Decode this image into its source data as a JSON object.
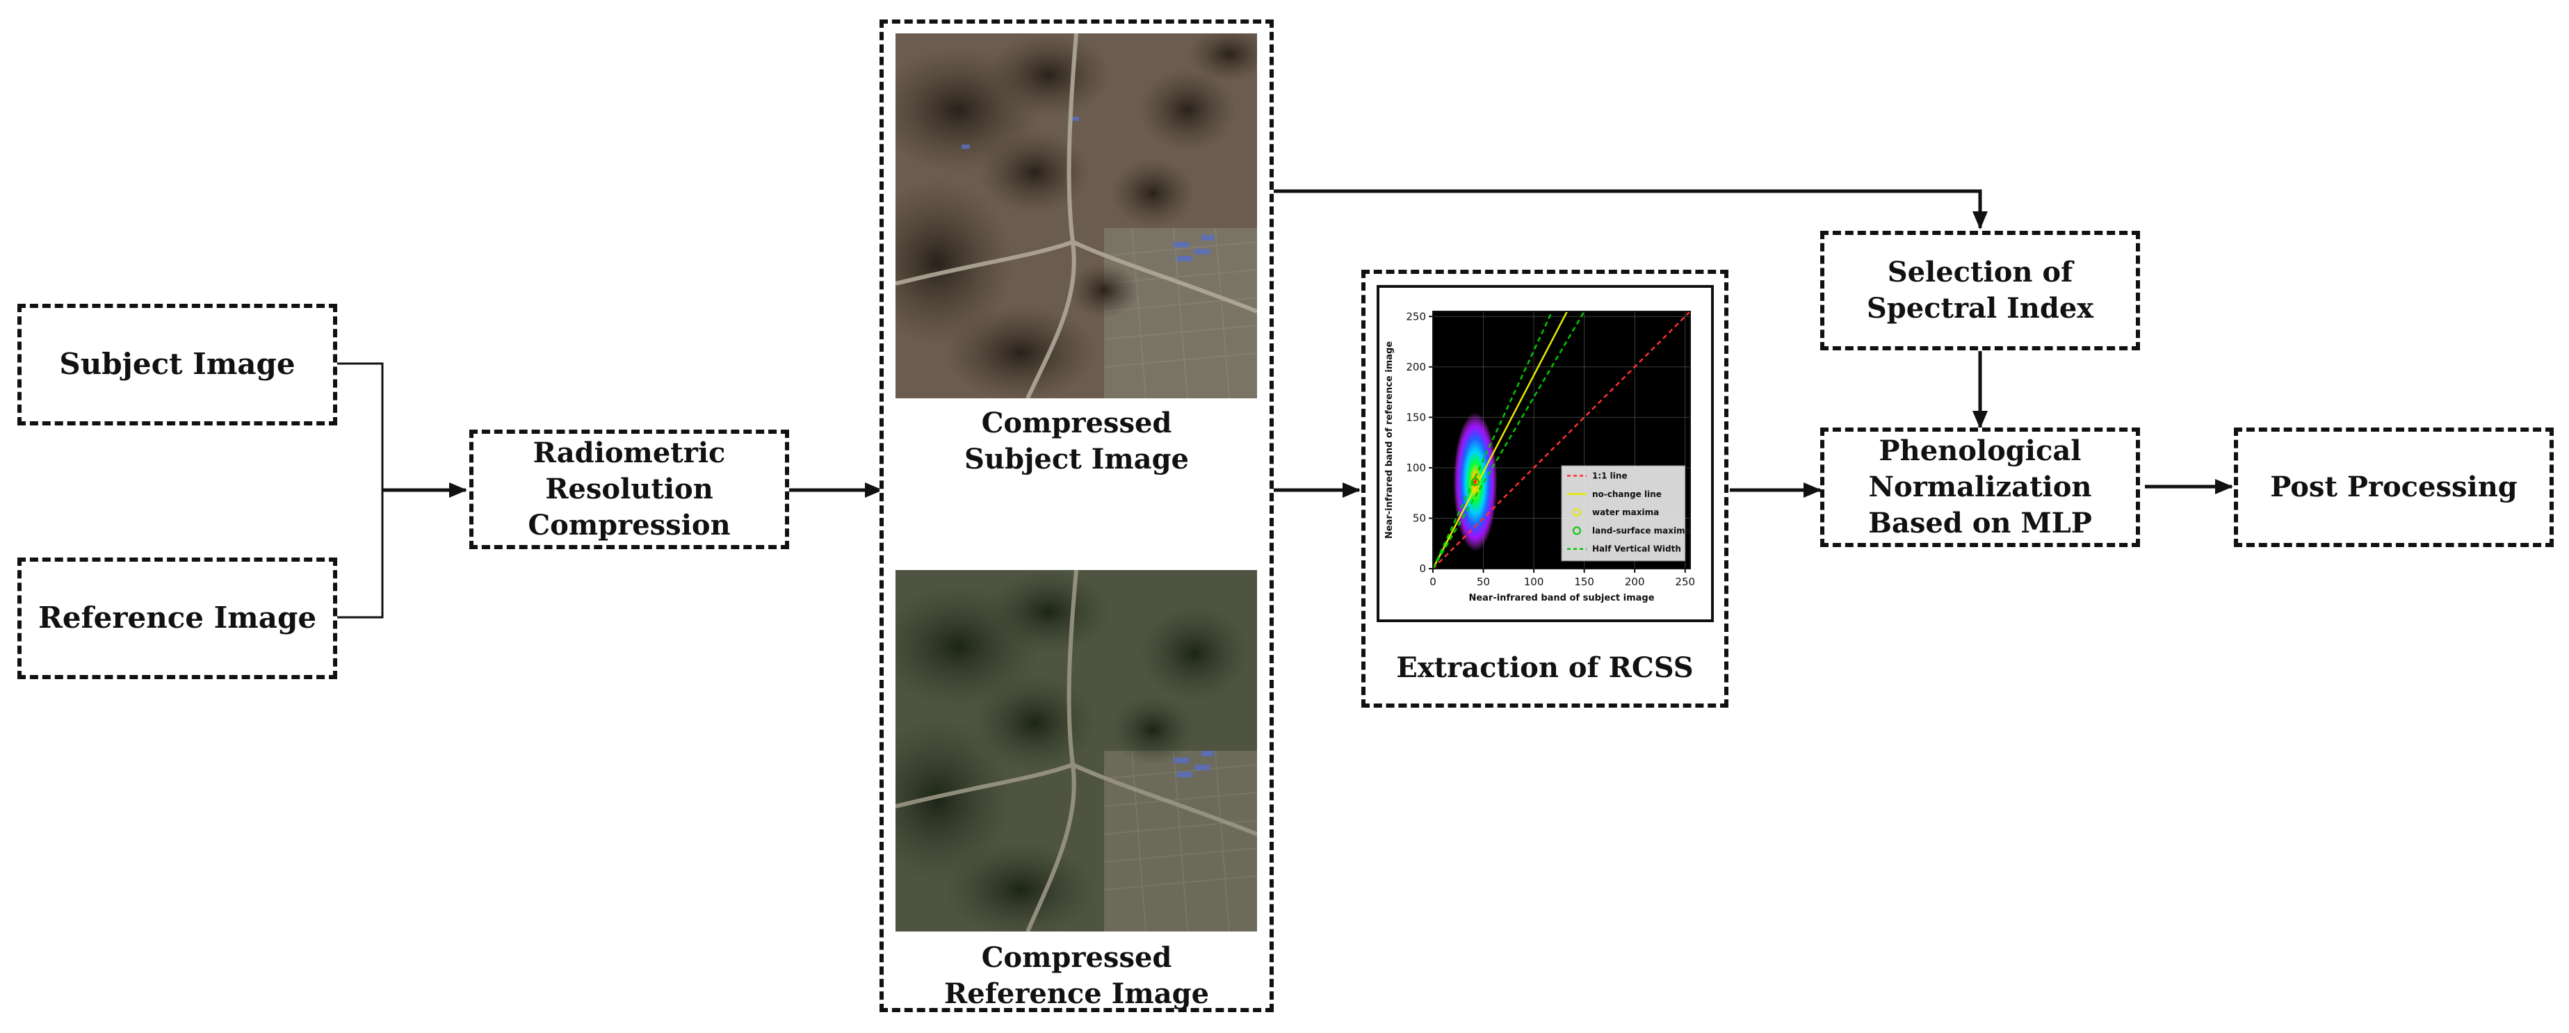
{
  "boxes": {
    "subject_image": "Subject Image",
    "reference_image": "Reference Image",
    "radiometric": "Radiometric\nResolution\nCompression",
    "compressed_subject": "Compressed\nSubject Image",
    "compressed_reference": "Compressed\nReference Image",
    "extraction": "Extraction of RCSS",
    "selection": "Selection of\nSpectral Index",
    "phenological": "Phenological\nNormalization\nBased on MLP",
    "post_processing": "Post Processing"
  },
  "chart_data": {
    "type": "scatter",
    "xlabel": "Near-infrared band of subject image",
    "ylabel": "Near-infrared band of reference image",
    "xlim": [
      0,
      255
    ],
    "ylim": [
      0,
      255
    ],
    "xticks": [
      0,
      50,
      100,
      150,
      200,
      250
    ],
    "yticks": [
      0,
      50,
      100,
      150,
      200,
      250
    ],
    "grid": true,
    "legend_position": "bottom-right",
    "series": [
      {
        "name": "1:1 line",
        "style": "dashed",
        "color": "#ff3030",
        "x": [
          0,
          255
        ],
        "y": [
          0,
          255
        ]
      },
      {
        "name": "no-change line",
        "style": "solid",
        "color": "#e8e800",
        "x": [
          0,
          133
        ],
        "y": [
          0,
          255
        ]
      },
      {
        "name": "water maxima",
        "style": "marker",
        "color": "#e8e800",
        "x": [],
        "y": []
      },
      {
        "name": "land-surface maxima",
        "style": "marker",
        "color": "#00c800",
        "x": [
          42
        ],
        "y": [
          86
        ]
      },
      {
        "name": "Half Vertical Width",
        "style": "dashed",
        "color": "#00c800",
        "x": [
          0,
          118,
          0,
          150
        ],
        "y": [
          0,
          255,
          0,
          255
        ]
      }
    ],
    "density_center": [
      42,
      86
    ]
  },
  "colors": {
    "border": "#111111",
    "plot_background": "#000000"
  }
}
